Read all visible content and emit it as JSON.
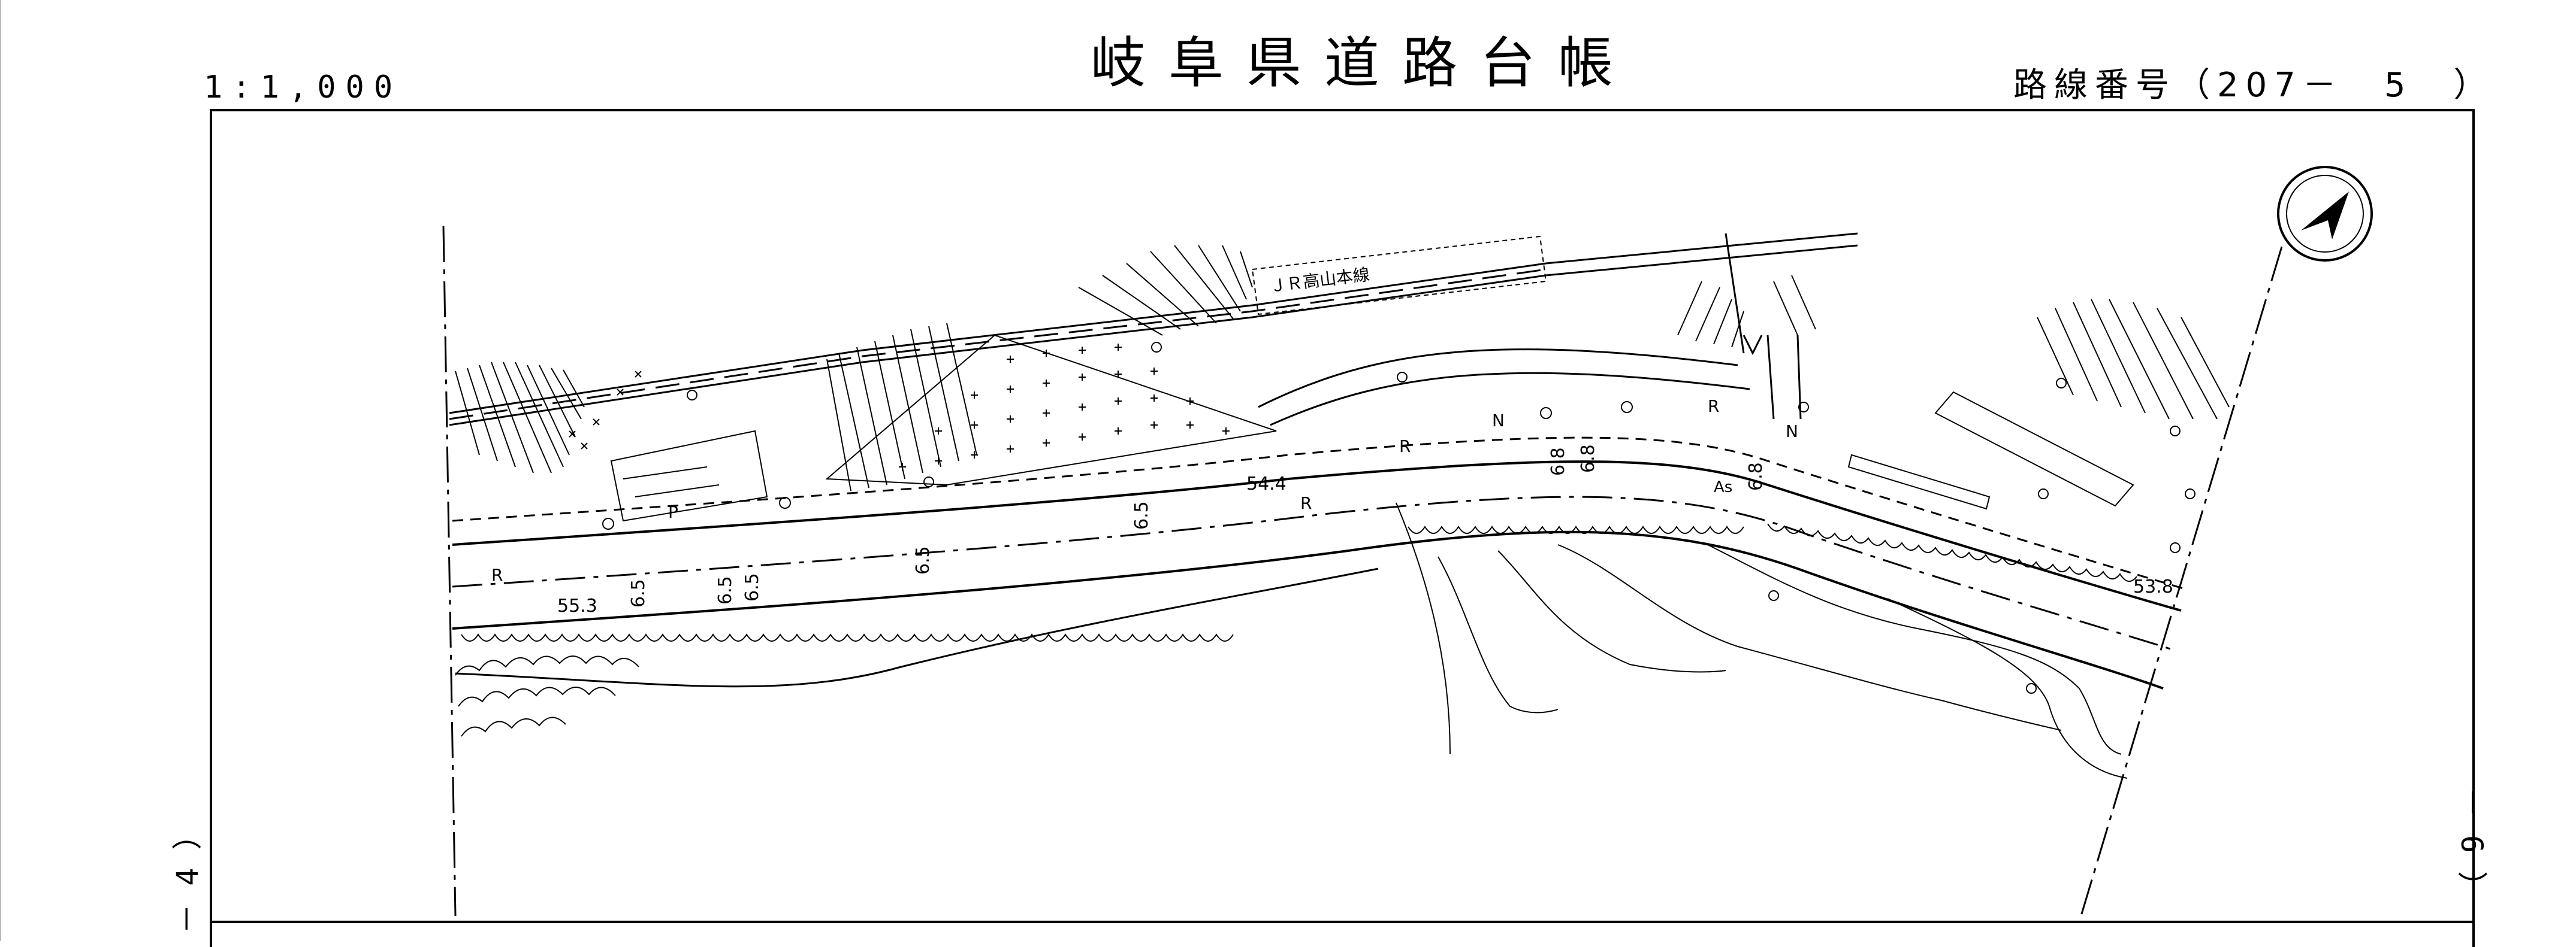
{
  "header": {
    "title": "岐阜県道路台帳",
    "scale": "1:1,000",
    "route_number": "路線番号（207－　5　）"
  },
  "sheet_links": {
    "left": "－ 4 ）",
    "right": "－ 6 ）"
  },
  "map": {
    "railway_label": "ＪＲ高山本線",
    "annotations": {
      "road_width_a": "6.5",
      "road_width_b": "6.8",
      "elevation_west": "55.3",
      "elevation_mid": "54.4",
      "elevation_east": "53.8",
      "surface": "As",
      "road_symbol": "R",
      "symbol_n": "N",
      "symbol_p": "P"
    },
    "north_arrow": "north-arrow"
  }
}
